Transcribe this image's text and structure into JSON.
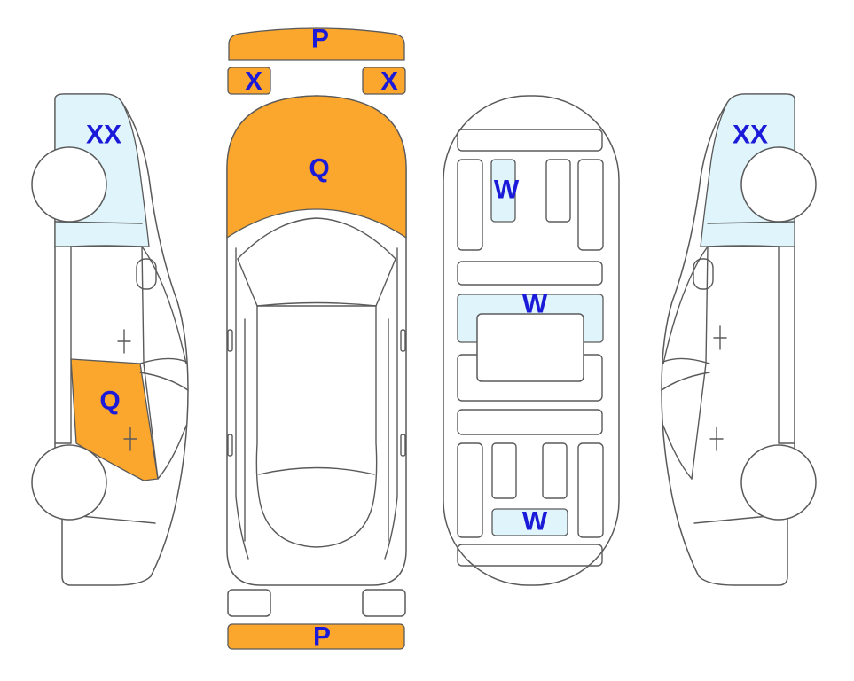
{
  "colors": {
    "orange": "#FBA62D",
    "light_blue": "#DFF4FB",
    "label": "#1A1AD8",
    "outline": "#5a5a5a"
  },
  "labels": {
    "front_bumper": "P",
    "rear_bumper": "P",
    "headlight_left": "X",
    "headlight_right": "X",
    "hood": "Q",
    "left_front_fender": "XX",
    "left_rear_door": "Q",
    "right_front_fender": "XX",
    "under_front": "W",
    "under_middle": "W",
    "under_rear": "W"
  }
}
